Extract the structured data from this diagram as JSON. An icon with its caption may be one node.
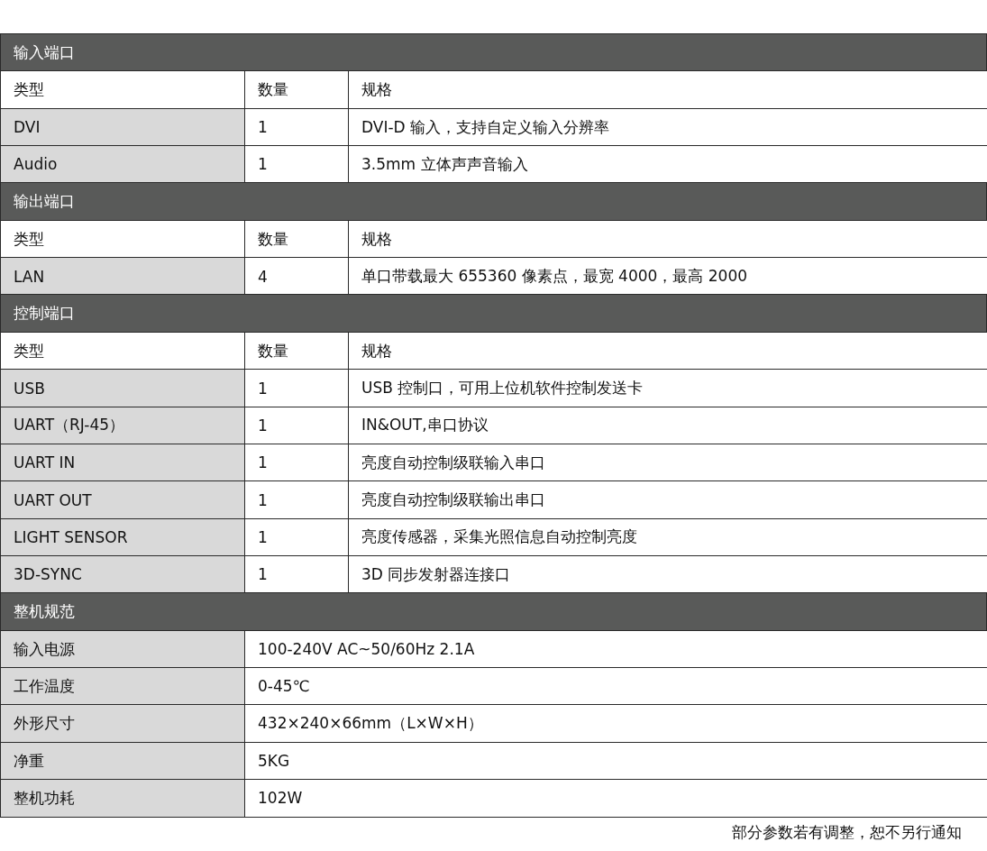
{
  "diagram": {
    "labels": [
      "输入端口",
      "类型",
      "数量",
      "规格",
      "DVI",
      "1",
      "DVI-D 输入，支持自定义输入分辨率",
      "Audio",
      "1",
      "3.5mm 立体声声音输入",
      "输出端口",
      "类型",
      "数量",
      "规格",
      "LAN",
      "4",
      "单口带载最大 655360 像素点，最宽 4000，最高 2000",
      "控制端口",
      "类型",
      "数量",
      "规格",
      "USB",
      "1",
      "USB 控制口，可用上位机软件控制发送卡",
      "UART（RJ-45）",
      "1",
      "IN&OUT,串口协议",
      "UART IN",
      "1",
      "亮度自动控制级联输入串口",
      "UART OUT",
      "1",
      "亮度自动控制级联输出串口",
      "LIGHT SENSOR",
      "1",
      "亮度传感器，采集光照信息自动控制亮度",
      "3D-SYNC",
      "1",
      "3D 同步发射器连接口",
      "整机规范",
      "输入电源",
      "100-240V AC~50/60Hz 2.1A",
      "工作温度",
      "0-45℃",
      "外形尺寸",
      "432×240×66mm（L×W×H）",
      "净重",
      "5KG",
      "整机功耗",
      "102W",
      "部分参数若有调整，恕不另行通知"
    ]
  }
}
